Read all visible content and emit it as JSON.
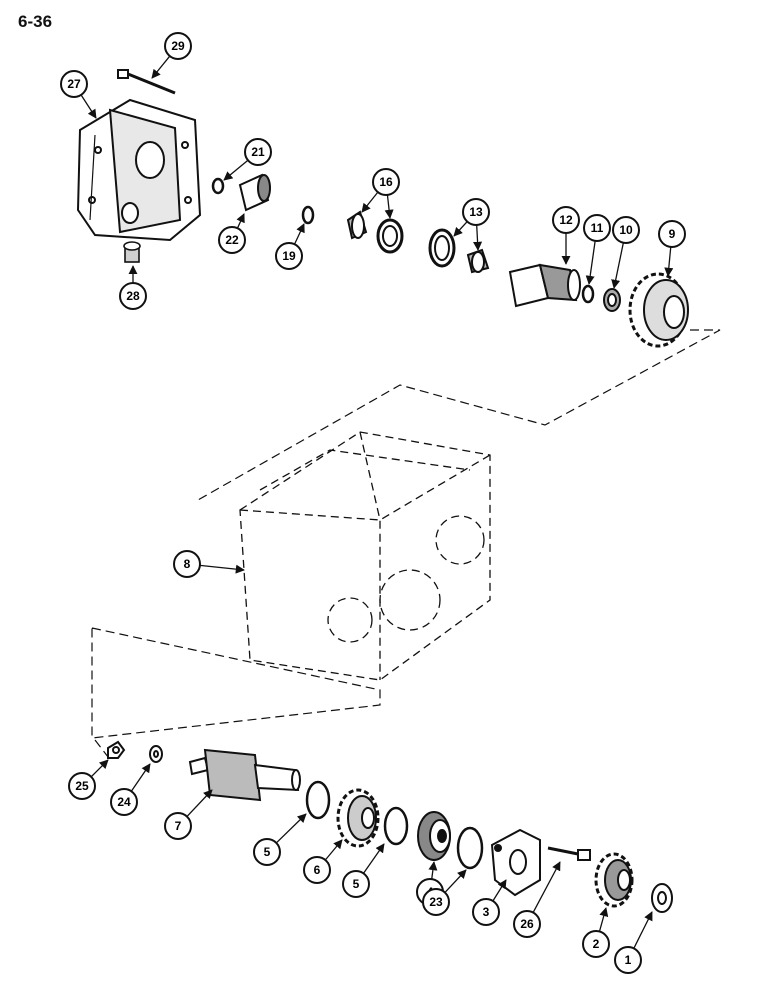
{
  "page_number": "6-36",
  "callouts": [
    {
      "id": "c1",
      "label": "1"
    },
    {
      "id": "c2",
      "label": "2"
    },
    {
      "id": "c3",
      "label": "3"
    },
    {
      "id": "c4",
      "label": "4"
    },
    {
      "id": "c5a",
      "label": "5"
    },
    {
      "id": "c5b",
      "label": "5"
    },
    {
      "id": "c6",
      "label": "6"
    },
    {
      "id": "c7",
      "label": "7"
    },
    {
      "id": "c8",
      "label": "8"
    },
    {
      "id": "c9",
      "label": "9"
    },
    {
      "id": "c10",
      "label": "10"
    },
    {
      "id": "c11",
      "label": "11"
    },
    {
      "id": "c12",
      "label": "12"
    },
    {
      "id": "c13",
      "label": "13"
    },
    {
      "id": "c16",
      "label": "16"
    },
    {
      "id": "c19",
      "label": "19"
    },
    {
      "id": "c21",
      "label": "21"
    },
    {
      "id": "c22",
      "label": "22"
    },
    {
      "id": "c23",
      "label": "23"
    },
    {
      "id": "c24",
      "label": "24"
    },
    {
      "id": "c25",
      "label": "25"
    },
    {
      "id": "c26",
      "label": "26"
    },
    {
      "id": "c27",
      "label": "27"
    },
    {
      "id": "c28",
      "label": "28"
    },
    {
      "id": "c29",
      "label": "29"
    }
  ]
}
